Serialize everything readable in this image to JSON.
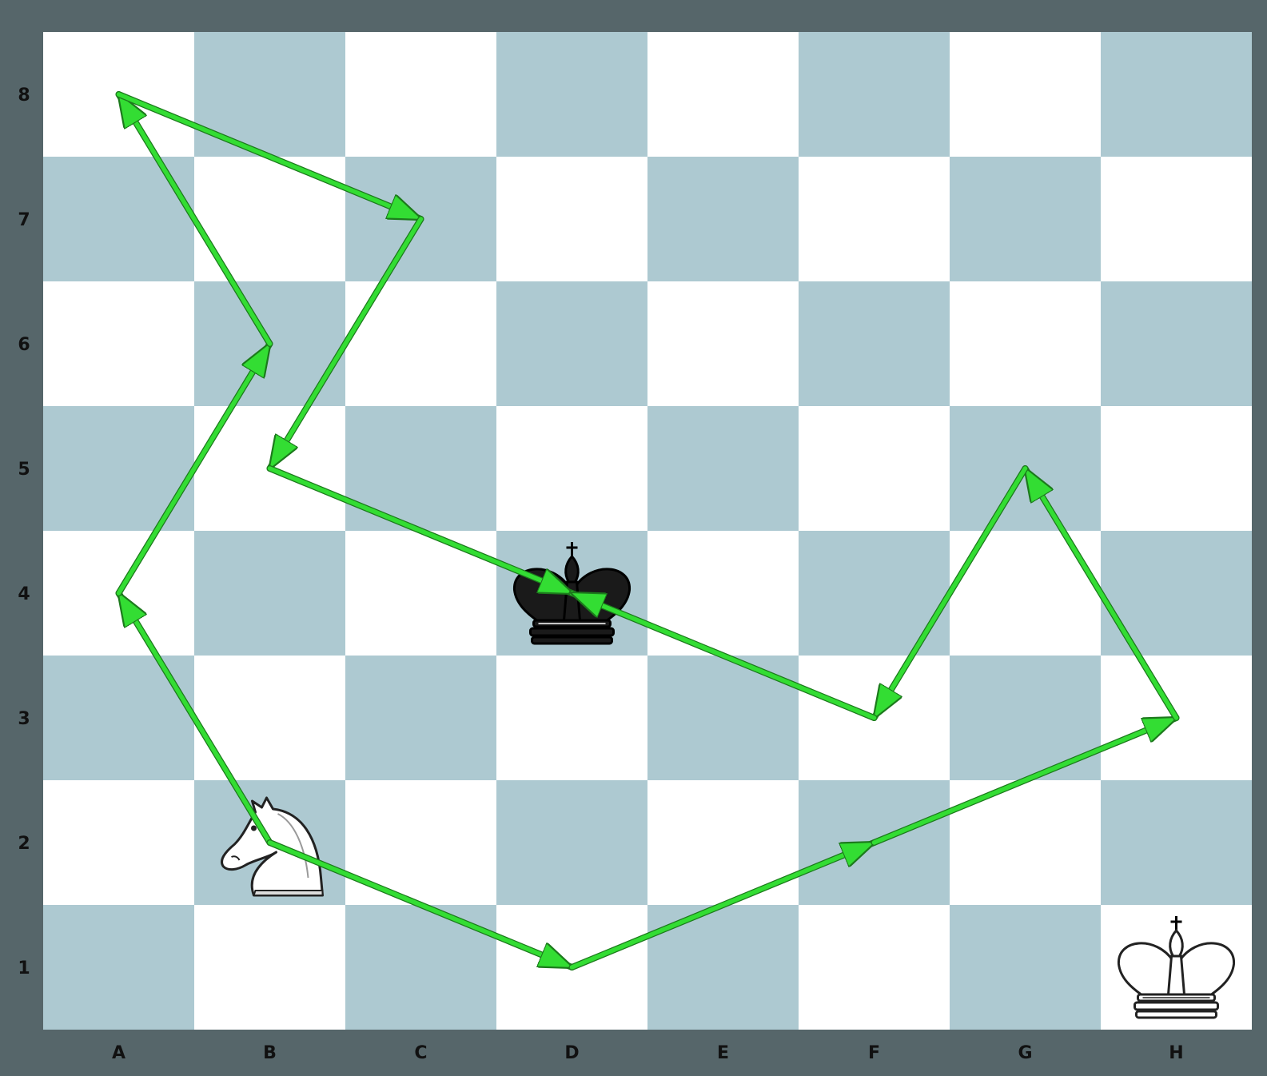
{
  "board": {
    "files": [
      "A",
      "B",
      "C",
      "D",
      "E",
      "F",
      "G",
      "H"
    ],
    "ranks": [
      "8",
      "7",
      "6",
      "5",
      "4",
      "3",
      "2",
      "1"
    ],
    "light_color": "#ffffff",
    "dark_color": "#adc9d1",
    "frame_color": "#56666a",
    "coordinate_color": "#111111"
  },
  "pieces": [
    {
      "name": "white-knight",
      "type": "knight",
      "color": "white",
      "square": "b2"
    },
    {
      "name": "black-king",
      "type": "king",
      "color": "black",
      "square": "d4"
    },
    {
      "name": "white-king",
      "type": "king",
      "color": "white",
      "square": "h1"
    }
  ],
  "arrow_color": "#33dd33",
  "knight_tour": [
    [
      "b2",
      "a4"
    ],
    [
      "a4",
      "b6"
    ],
    [
      "b6",
      "a8"
    ],
    [
      "a8",
      "c7"
    ],
    [
      "c7",
      "b5"
    ],
    [
      "b5",
      "d4"
    ],
    [
      "b2",
      "d1"
    ],
    [
      "d1",
      "f2"
    ],
    [
      "f2",
      "h3"
    ],
    [
      "h3",
      "g5"
    ],
    [
      "g5",
      "f3"
    ],
    [
      "f3",
      "d4"
    ]
  ]
}
